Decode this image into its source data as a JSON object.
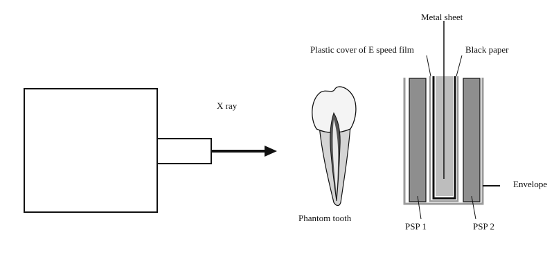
{
  "labels": {
    "xray": "X ray",
    "metal_sheet": "Metal sheet",
    "plastic_cover": "Plastic cover of E speed film",
    "black_paper": "Black paper",
    "envelope": "Envelope",
    "phantom_tooth": "Phantom tooth",
    "psp1": "PSP 1",
    "psp2": "PSP 2"
  },
  "colors": {
    "line": "#111111",
    "psp_plate": "#8e8e8e",
    "film_core": "#bdbdbd",
    "envelope": "#9a9a9a",
    "tooth_root": "#d4d4d4",
    "tooth_crown": "#f4f4f4"
  }
}
